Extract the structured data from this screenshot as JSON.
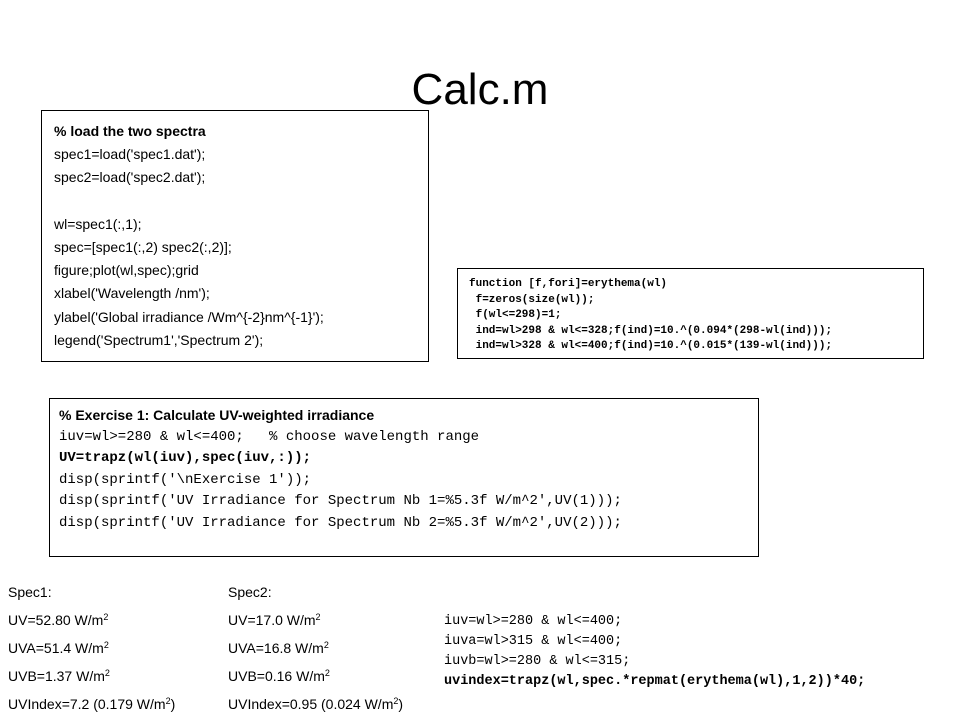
{
  "title": "Calc.m",
  "load_box": {
    "lines": [
      "% load the two spectra",
      "spec1=load('spec1.dat');",
      "spec2=load('spec2.dat');",
      "",
      "wl=spec1(:,1);",
      "spec=[spec1(:,2) spec2(:,2)];",
      "figure;plot(wl,spec);grid",
      "xlabel('Wavelength /nm');",
      "ylabel('Global irradiance /Wm^{-2}nm^{-1}');",
      "legend('Spectrum1','Spectrum 2');"
    ]
  },
  "erythema_box": {
    "lines": [
      "function [f,fori]=erythema(wl)",
      " f=zeros(size(wl));",
      " f(wl<=298)=1;",
      " ind=wl>298 & wl<=328;f(ind)=10.^(0.094*(298-wl(ind)));",
      " ind=wl>328 & wl<=400;f(ind)=10.^(0.015*(139-wl(ind)));"
    ]
  },
  "exercise_box": {
    "lines": [
      "% Exercise 1: Calculate UV-weighted irradiance",
      "iuv=wl>=280 & wl<=400;   % choose wavelength range",
      "UV=trapz(wl(iuv),spec(iuv,:));",
      "disp(sprintf('\\nExercise 1'));",
      "disp(sprintf('UV Irradiance for Spectrum Nb 1=%5.3f W/m^2',UV(1)));",
      "disp(sprintf('UV Irradiance for Spectrum Nb 2=%5.3f W/m^2',UV(2)));"
    ]
  },
  "spec1": {
    "heading": "Spec1:",
    "uv": "UV=52.80 W/m",
    "uva": "UVA=51.4 W/m",
    "uvb": "UVB=1.37 W/m",
    "uvindex": "UVIndex=7.2  (0.179 W/m",
    "sq": "2",
    "close": ")"
  },
  "spec2": {
    "heading": "Spec2:",
    "uv": "UV=17.0 W/m",
    "uva": "UVA=16.8 W/m",
    "uvb": "UVB=0.16 W/m",
    "uvindex": "UVIndex=0.95  (0.024 W/m",
    "sq": "2",
    "close": ")"
  },
  "uvindex_code": {
    "lines": [
      "iuv=wl>=280 & wl<=400;",
      "iuva=wl>315 & wl<=400;",
      "iuvb=wl>=280 & wl<=315;",
      "uvindex=trapz(wl,spec.*repmat(erythema(wl),1,2))*40;"
    ]
  }
}
